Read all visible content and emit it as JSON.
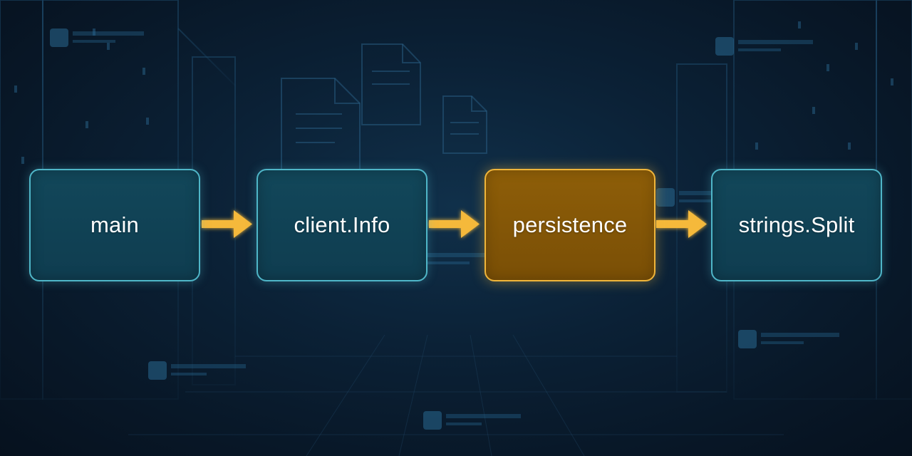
{
  "diagram": {
    "nodes": [
      {
        "label": "main",
        "style": "blue"
      },
      {
        "label": "client.Info",
        "style": "blue"
      },
      {
        "label": "persistence",
        "style": "amber"
      },
      {
        "label": "strings.Split",
        "style": "blue"
      }
    ],
    "edges": [
      {
        "from": "main",
        "to": "client.Info"
      },
      {
        "from": "client.Info",
        "to": "persistence"
      },
      {
        "from": "persistence",
        "to": "strings.Split"
      }
    ]
  },
  "colors": {
    "node_border": "#4fb6c8",
    "node_fill": "#0f3d50",
    "highlight_border": "#f0b53a",
    "highlight_fill": "#7a4f06",
    "arrow": "#f5b93a",
    "background": "#0a1a2c"
  }
}
